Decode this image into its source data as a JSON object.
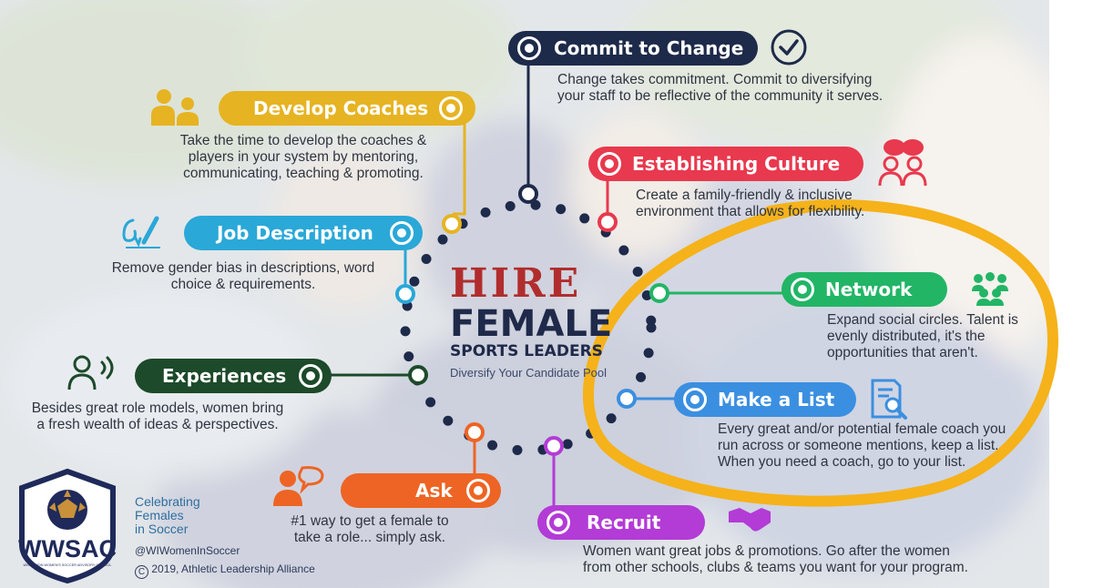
{
  "colors": {
    "commit": "#1e2a4a",
    "develop": "#e6b322",
    "culture": "#e8394e",
    "job": "#2aa8d8",
    "network": "#22b566",
    "experiences": "#1d4a2a",
    "list": "#3b8fe0",
    "ask": "#ee6424",
    "recruit": "#b33bd6",
    "highlight": "#f5b21a",
    "dots": "#1e2a4a"
  },
  "center": {
    "line1": "HIRE",
    "line2": "FEMALE",
    "line3": "SPORTS LEADERS",
    "tagline": "Diversify Your Candidate Pool"
  },
  "items": {
    "commit": {
      "title": "Commit to Change",
      "desc1": "Change takes commitment. Commit to diversifying",
      "desc2": "your staff to be reflective of the community it serves.",
      "icon": "check-circle-icon"
    },
    "develop": {
      "title": "Develop Coaches",
      "desc1": "Take the time to develop the coaches &",
      "desc2": "players in your system by mentoring,",
      "desc3": "communicating, teaching & promoting.",
      "icon": "mentor-icon"
    },
    "culture": {
      "title": "Establishing Culture",
      "desc1": "Create a family-friendly & inclusive",
      "desc2": "environment that allows for flexibility.",
      "icon": "group-chat-icon"
    },
    "job": {
      "title": "Job Description",
      "desc1": "Remove gender bias in descriptions, word",
      "desc2": "choice & requirements.",
      "icon": "signature-icon"
    },
    "network": {
      "title": "Network",
      "desc1": "Expand social circles. Talent is",
      "desc2": "evenly distributed, it's the",
      "desc3": "opportunities that aren't.",
      "icon": "people-network-icon"
    },
    "experiences": {
      "title": "Experiences",
      "desc1": "Besides great role models, women bring",
      "desc2": "a fresh wealth of ideas & perspectives.",
      "icon": "speaker-icon"
    },
    "list": {
      "title": "Make a List",
      "desc1": "Every great and/or potential female coach you",
      "desc2": "run across or someone mentions, keep a list.",
      "desc3": "When you need a coach, go to your list.",
      "icon": "document-search-icon"
    },
    "ask": {
      "title": "Ask",
      "desc1": "#1 way to get a female to",
      "desc2": "take a role... simply ask.",
      "icon": "person-speech-icon"
    },
    "recruit": {
      "title": "Recruit",
      "desc1": "Women want great jobs & promotions. Go after the women",
      "desc2": "from other schools, clubs & teams you want for your program.",
      "icon": "handshake-icon"
    }
  },
  "logo": {
    "text": "WWSAC",
    "subtext": "WISCONSIN WOMEN'S SOCCER ADVISORY COUNCIL"
  },
  "footer": {
    "slogan1": "Celebrating",
    "slogan2": "Females",
    "slogan3": "in Soccer",
    "handle": "@WIWomenInSoccer",
    "copyright": "2019, Athletic Leadership Alliance"
  }
}
